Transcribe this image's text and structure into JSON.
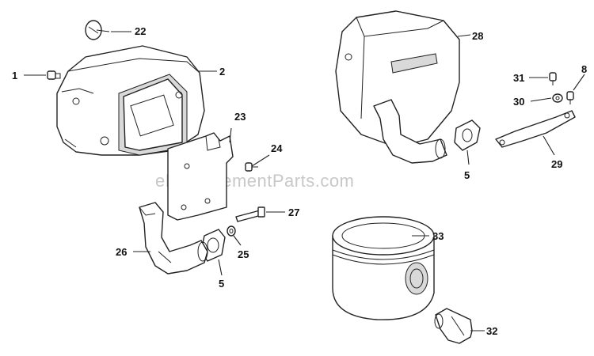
{
  "watermark": "eReplacementParts.com",
  "callouts": {
    "c1": "1",
    "c2": "2",
    "c22": "22",
    "c23": "23",
    "c24": "24",
    "c26": "26",
    "c5a": "5",
    "c25": "25",
    "c27": "27",
    "c28": "28",
    "c31": "31",
    "c8": "8",
    "c30": "30",
    "c29": "29",
    "c5b": "5",
    "c33": "33",
    "c32": "32"
  }
}
